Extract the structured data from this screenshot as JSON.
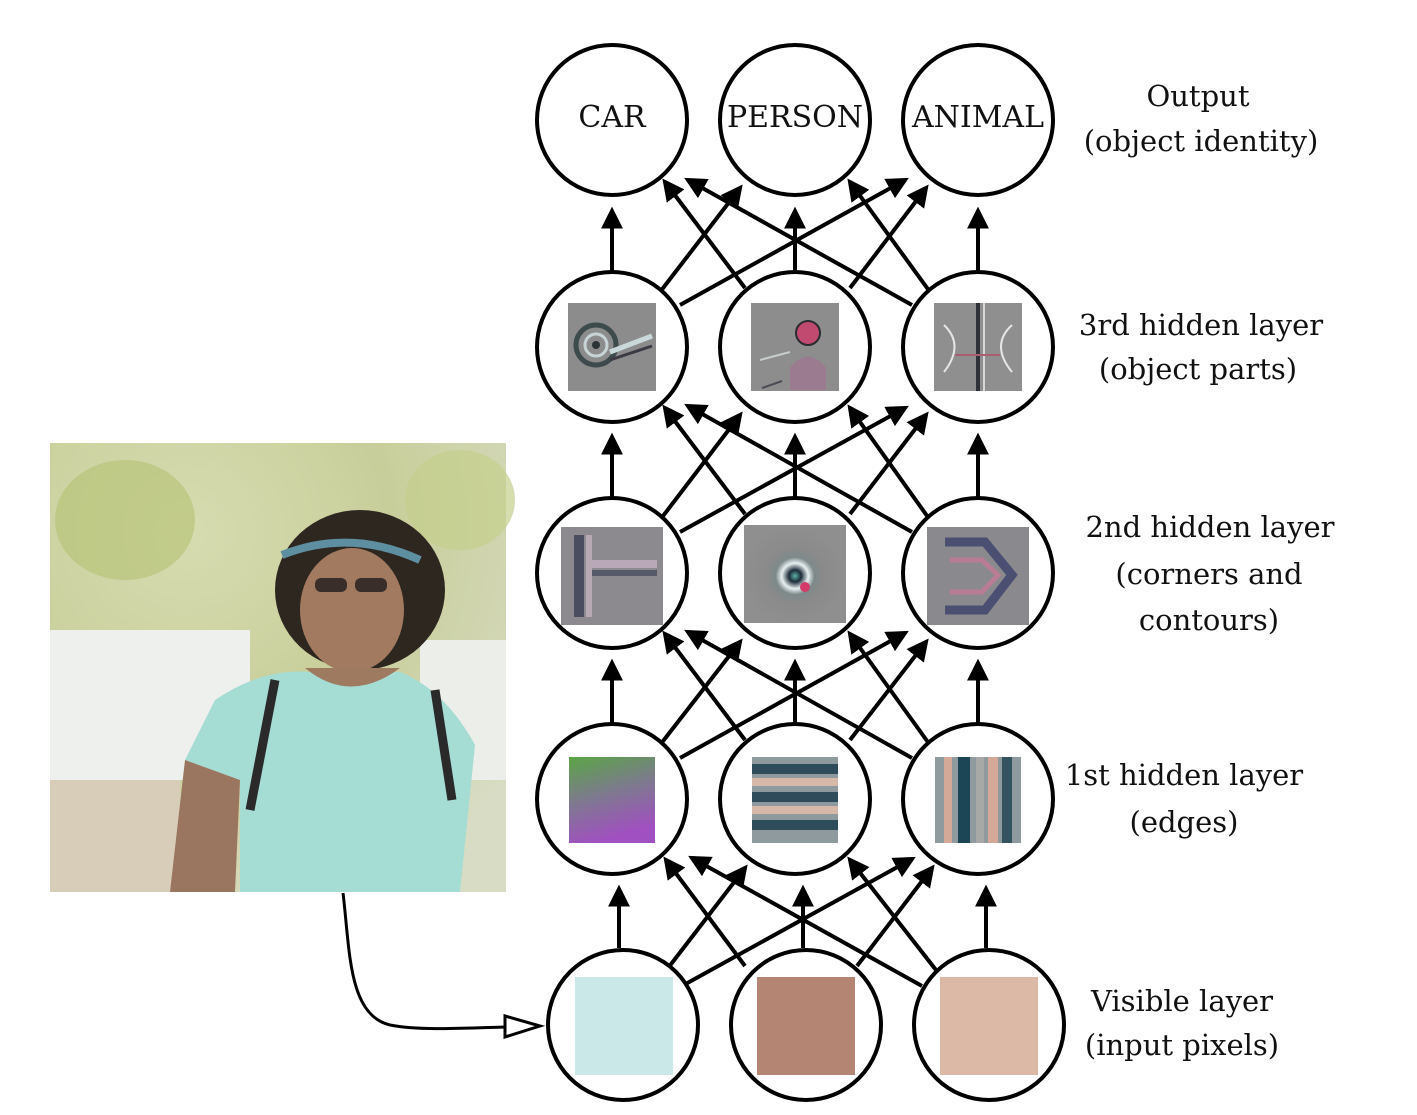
{
  "output_nodes": [
    {
      "label": "CAR"
    },
    {
      "label": "PERSON"
    },
    {
      "label": "ANIMAL"
    }
  ],
  "layers": [
    {
      "name": "Output",
      "description": "(object identity)"
    },
    {
      "name": "3rd hidden layer",
      "description": "(object parts)"
    },
    {
      "name": "2nd hidden layer",
      "description_lines": [
        "(corners and",
        "contours)"
      ]
    },
    {
      "name": "1st hidden layer",
      "description": "(edges)"
    },
    {
      "name": "Visible layer",
      "description": "(input pixels)"
    }
  ],
  "visible_pixels": [
    {
      "color": "#cbe8e8"
    },
    {
      "color": "#b58573"
    },
    {
      "color": "#dcb8a6"
    }
  ],
  "first_layer_features": [
    {
      "feature": "green-to-purple gradient",
      "colors": [
        "#5aa545",
        "#a050c0"
      ]
    },
    {
      "feature": "horizontal stripes",
      "colors": [
        "#2e4c5a",
        "#d6b8a8"
      ]
    },
    {
      "feature": "vertical stripes",
      "colors": [
        "#1c4555",
        "#d4a998"
      ]
    }
  ],
  "second_layer_features": [
    {
      "feature": "corner edges"
    },
    {
      "feature": "circular contour"
    },
    {
      "feature": "curved contour"
    }
  ],
  "third_layer_features": [
    {
      "feature": "wheel part"
    },
    {
      "feature": "person part"
    },
    {
      "feature": "animal part"
    }
  ],
  "input_image": {
    "subject": "photo of a person wearing a visor and light blue t-shirt"
  }
}
